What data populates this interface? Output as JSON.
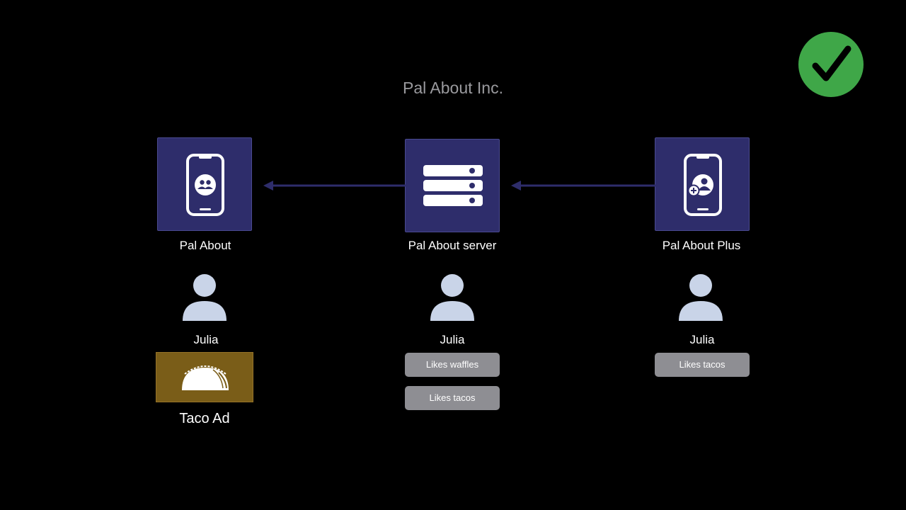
{
  "title": "Pal About Inc.",
  "status_badge": {
    "icon": "checkmark-icon",
    "color": "#3fa748"
  },
  "nodes": [
    {
      "label": "Pal About",
      "icon": "phone-group-icon"
    },
    {
      "label": "Pal About server",
      "icon": "server-icon"
    },
    {
      "label": "Pal About Plus",
      "icon": "phone-add-person-icon"
    }
  ],
  "users": [
    {
      "name": "Julia",
      "attributes": []
    },
    {
      "name": "Julia",
      "attributes": [
        "Likes waffles",
        "Likes tacos"
      ]
    },
    {
      "name": "Julia",
      "attributes": [
        "Likes tacos"
      ]
    }
  ],
  "ad": {
    "label": "Taco Ad",
    "icon": "taco-icon",
    "color": "#7a5d18"
  },
  "colors": {
    "node_fill": "#2e2d6b",
    "arrow": "#2e2d6b",
    "pill": "#8e8e93",
    "person": "#c9d4e8"
  }
}
